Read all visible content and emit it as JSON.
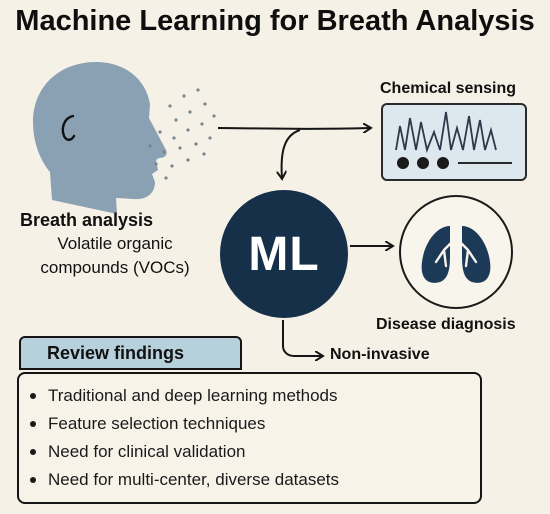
{
  "title": "Machine Learning for Breath Analysis",
  "labels": {
    "chemical_sensing": "Chemical sensing",
    "breath_analysis": "Breath analysis",
    "vocs": "Volatile organic compounds (VOCs)",
    "ml": "ML",
    "disease_diagnosis": "Disease diagnosis",
    "non_invasive": "Non-invasive"
  },
  "findings": {
    "header": "Review findings",
    "items": [
      "Traditional and deep learning methods",
      "Feature selection techniques",
      "Need for clinical validation",
      "Need for multi-center, diverse datasets"
    ]
  },
  "colors": {
    "background": "#f5f1e6",
    "head": "#8aa1b3",
    "ml_circle": "#16304a",
    "sensor_panel": "#dde7ee",
    "lungs": "#1c3a57",
    "findings_header": "#b7d1dc"
  },
  "icons": [
    "head-silhouette-icon",
    "breath-particles-icon",
    "sensor-monitor-icon",
    "lungs-icon"
  ]
}
